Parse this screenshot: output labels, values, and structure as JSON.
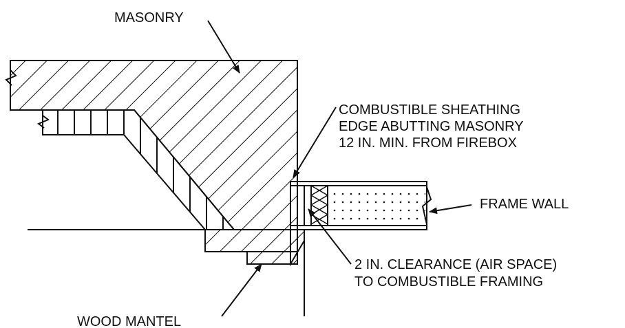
{
  "labels": {
    "masonry": "MASONRY",
    "sheathing_line1": "COMBUSTIBLE SHEATHING",
    "sheathing_line2": "EDGE ABUTTING MASONRY",
    "sheathing_line3": "12 IN. MIN. FROM FIREBOX",
    "frame_wall": "FRAME WALL",
    "clearance_line1": "2 IN. CLEARANCE (AIR SPACE)",
    "clearance_line2": "TO COMBUSTIBLE FRAMING",
    "wood_mantel": "WOOD MANTEL"
  },
  "colors": {
    "ink": "#111111",
    "background": "#ffffff"
  }
}
